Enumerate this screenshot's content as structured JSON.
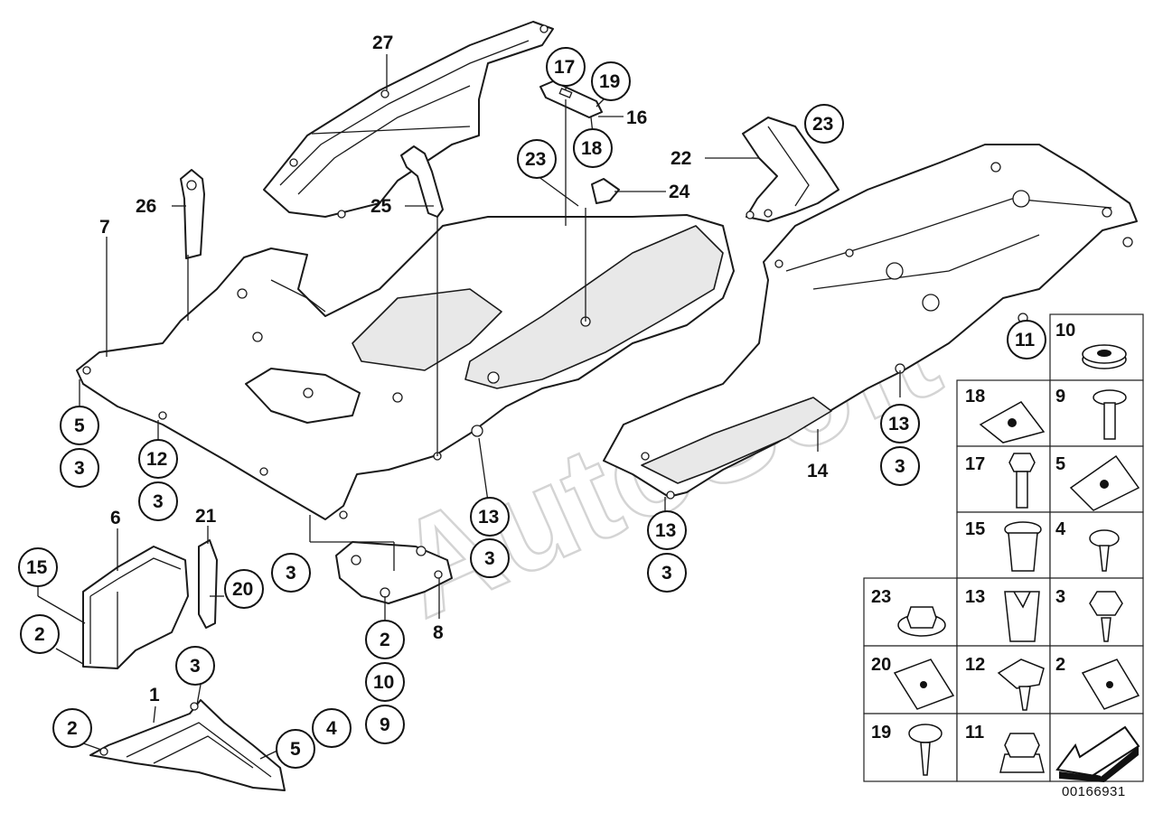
{
  "watermark": "AutoSoft",
  "document_number": "00166931",
  "callouts": [
    {
      "id": "c27",
      "label": "27"
    },
    {
      "id": "c17t",
      "label": "17"
    },
    {
      "id": "c19t",
      "label": "19"
    },
    {
      "id": "c16",
      "label": "16"
    },
    {
      "id": "c18t",
      "label": "18"
    },
    {
      "id": "c23a",
      "label": "23"
    },
    {
      "id": "c23b",
      "label": "23"
    },
    {
      "id": "c22",
      "label": "22"
    },
    {
      "id": "c24",
      "label": "24"
    },
    {
      "id": "c25",
      "label": "25"
    },
    {
      "id": "c26",
      "label": "26"
    },
    {
      "id": "c7",
      "label": "7"
    },
    {
      "id": "c5a",
      "label": "5"
    },
    {
      "id": "c3a",
      "label": "3"
    },
    {
      "id": "c12",
      "label": "12"
    },
    {
      "id": "c3b",
      "label": "3"
    },
    {
      "id": "c6",
      "label": "6"
    },
    {
      "id": "c21",
      "label": "21"
    },
    {
      "id": "c15",
      "label": "15"
    },
    {
      "id": "c20",
      "label": "20"
    },
    {
      "id": "c3c",
      "label": "3"
    },
    {
      "id": "c2a",
      "label": "2"
    },
    {
      "id": "c3d",
      "label": "3"
    },
    {
      "id": "c1",
      "label": "1"
    },
    {
      "id": "c2b",
      "label": "2"
    },
    {
      "id": "c4",
      "label": "4"
    },
    {
      "id": "c5b",
      "label": "5"
    },
    {
      "id": "c2c",
      "label": "2"
    },
    {
      "id": "c10",
      "label": "10"
    },
    {
      "id": "c9",
      "label": "9"
    },
    {
      "id": "c8",
      "label": "8"
    },
    {
      "id": "c13a",
      "label": "13"
    },
    {
      "id": "c3e",
      "label": "3"
    },
    {
      "id": "c13b",
      "label": "13"
    },
    {
      "id": "c3f",
      "label": "3"
    },
    {
      "id": "c14",
      "label": "14"
    },
    {
      "id": "c13c",
      "label": "13"
    },
    {
      "id": "c3g",
      "label": "3"
    },
    {
      "id": "c11",
      "label": "11"
    }
  ],
  "parts_grid": [
    {
      "label": "10"
    },
    {
      "label": "18"
    },
    {
      "label": "9"
    },
    {
      "label": "17"
    },
    {
      "label": "5"
    },
    {
      "label": "15"
    },
    {
      "label": "4"
    },
    {
      "label": "23"
    },
    {
      "label": "13"
    },
    {
      "label": "3"
    },
    {
      "label": "20"
    },
    {
      "label": "12"
    },
    {
      "label": "2"
    },
    {
      "label": "19"
    },
    {
      "label": "11"
    },
    {
      "label": ""
    }
  ]
}
